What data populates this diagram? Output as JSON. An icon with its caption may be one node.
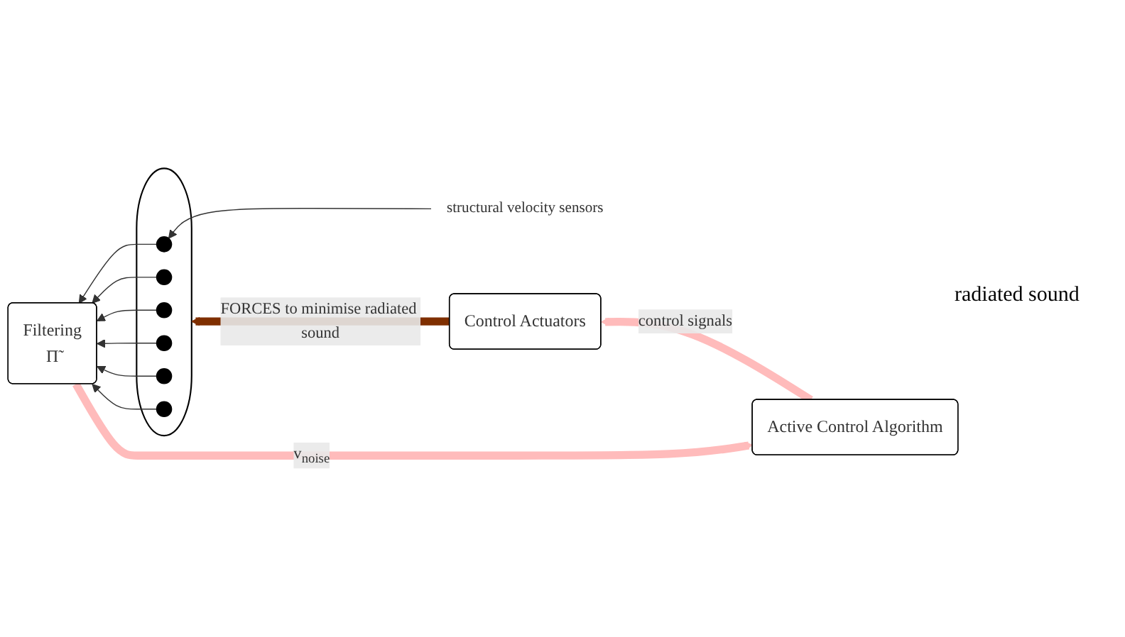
{
  "diagram": {
    "nodes": [
      {
        "text": [
          "Active Control Algorithm"
        ]
      },
      {
        "text": [
          "Filtering",
          "Π̃"
        ]
      },
      {
        "text": [
          "Control Actuators"
        ]
      },
      {
        "text": [],
        "shape": "cloud"
      },
      {
        "text": [],
        "shape": "circle",
        "in": 3
      },
      {
        "text": [],
        "shape": "circle",
        "in": 3
      },
      {
        "text": [],
        "shape": "circle",
        "in": 3
      },
      {
        "text": [],
        "shape": "circle",
        "in": 3
      },
      {
        "text": [],
        "shape": "circle",
        "in": 3
      },
      {
        "text": [],
        "shape": "circle",
        "in": 3
      },
      {
        "text": [
          "structural velocity sensors"
        ]
      }
    ],
    "edges": [
      {
        "from": 4,
        "to": 1,
        "arrow": "to"
      },
      {
        "from": 5,
        "to": 1,
        "arrow": "to"
      },
      {
        "from": 6,
        "to": 1,
        "arrow": "to"
      },
      {
        "from": 7,
        "to": 1,
        "arrow": "to"
      },
      {
        "from": 8,
        "to": 1,
        "arrow": "to"
      },
      {
        "from": 9,
        "to": 1,
        "arrow": "to"
      },
      {
        "from": 10,
        "to": 4,
        "arrow": "to"
      },
      {
        "from": 1,
        "to": 0,
        "arrow": "to",
        "label": "v$_{noise}$",
        "style": "thick",
        "color": "#ffbbbb"
      },
      {
        "from": 0,
        "to": 2,
        "arrow": "to",
        "label": "control signals",
        "style": "thick",
        "color": "#ffbbbb"
      },
      {
        "from": 2,
        "to": 3,
        "arrow": "to",
        "label": "FORCES to minimise radiated sound",
        "style": "thick",
        "color": "#7f2f00"
      }
    ],
    "labels": [
      "radiated sound"
    ]
  }
}
